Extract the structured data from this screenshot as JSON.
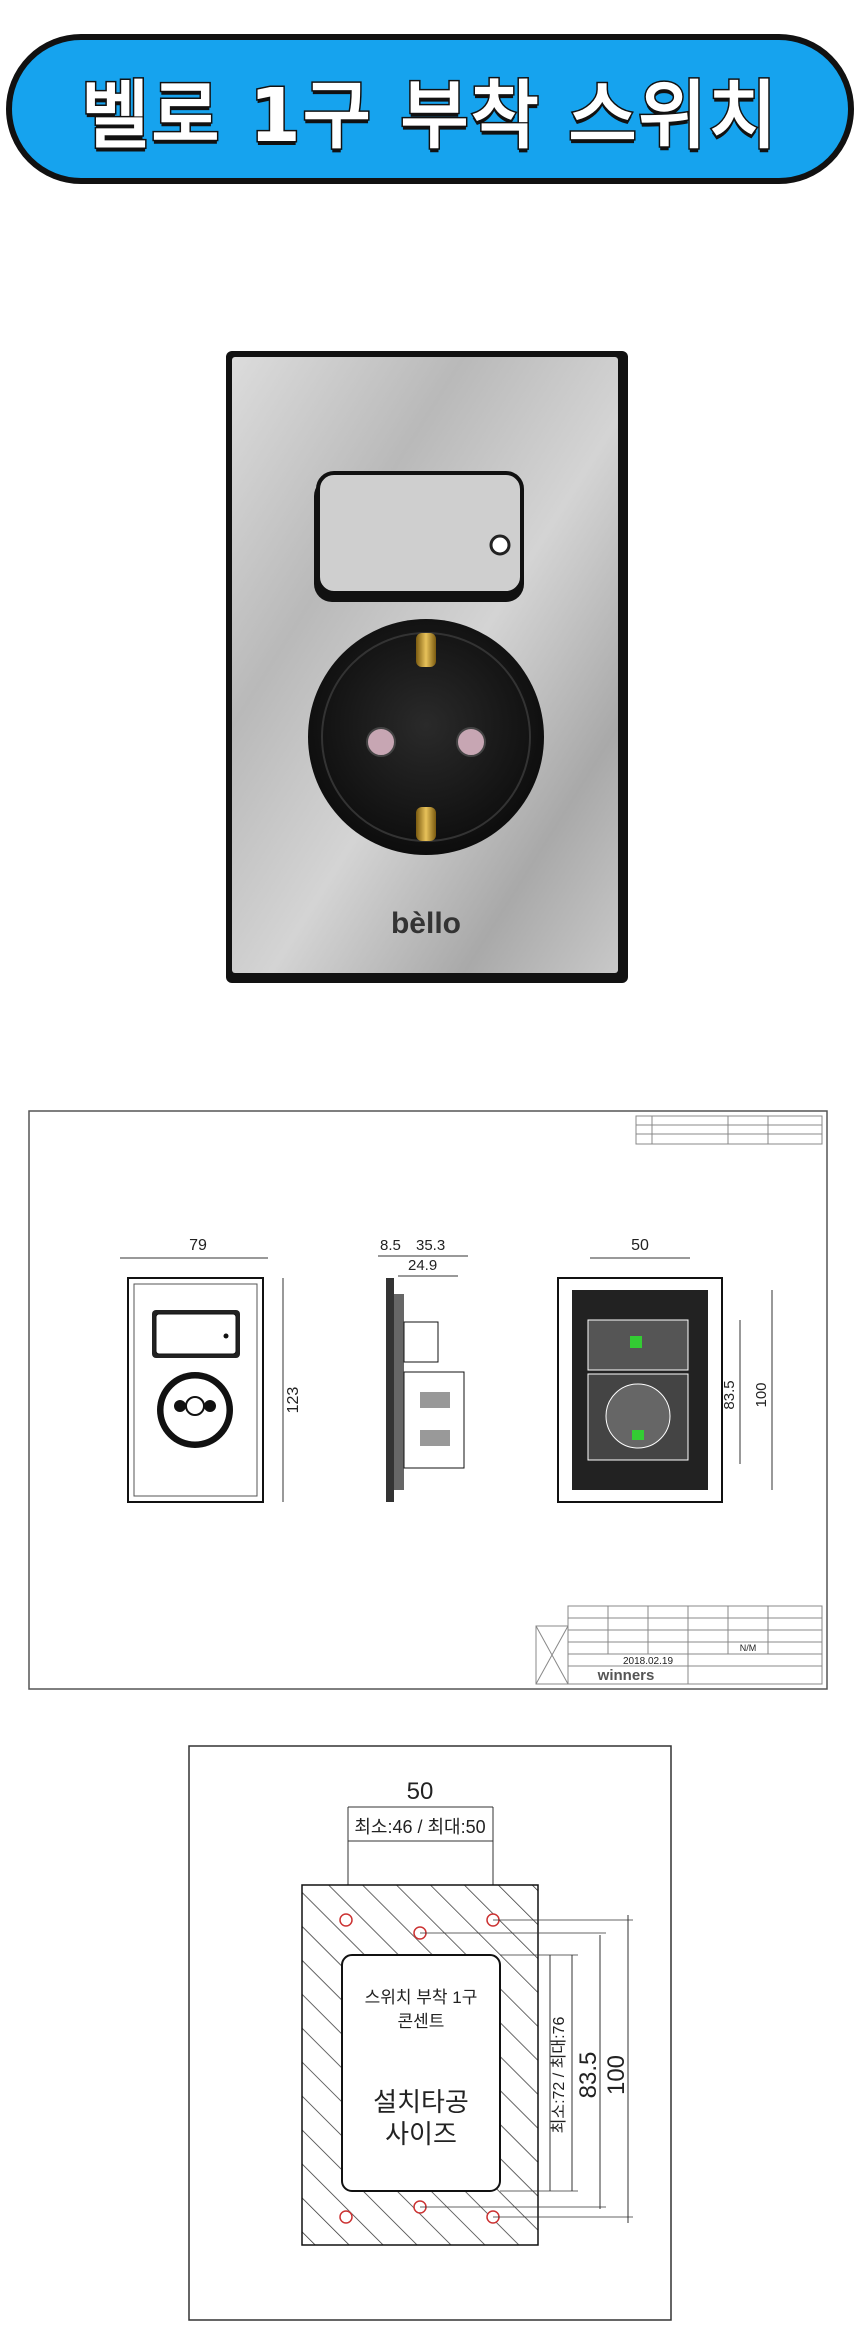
{
  "banner": {
    "title": "벨로 1구 부착 스위치"
  },
  "product": {
    "brand": "bèllo"
  },
  "drawing1": {
    "dims": {
      "width": "79",
      "height": "123",
      "d1": "8.5",
      "d2": "35.3",
      "d3": "24.9",
      "d4": "50",
      "d5": "83.5",
      "d6": "100"
    },
    "title_block": {
      "date": "2018.02.19",
      "logo": "winners",
      "scale": "N/M"
    }
  },
  "drawing2": {
    "top_dim": "50",
    "top_range": "최소:46 / 최대:50",
    "side_range": "최소:72 / 최대:76",
    "dim_835": "83.5",
    "dim_100": "100",
    "label_line1": "스위치 부착 1구",
    "label_line2": "콘센트",
    "label_line3": "설치타공",
    "label_line4": "사이즈"
  },
  "colors": {
    "banner": "#16a3ee",
    "outline": "#111111"
  }
}
